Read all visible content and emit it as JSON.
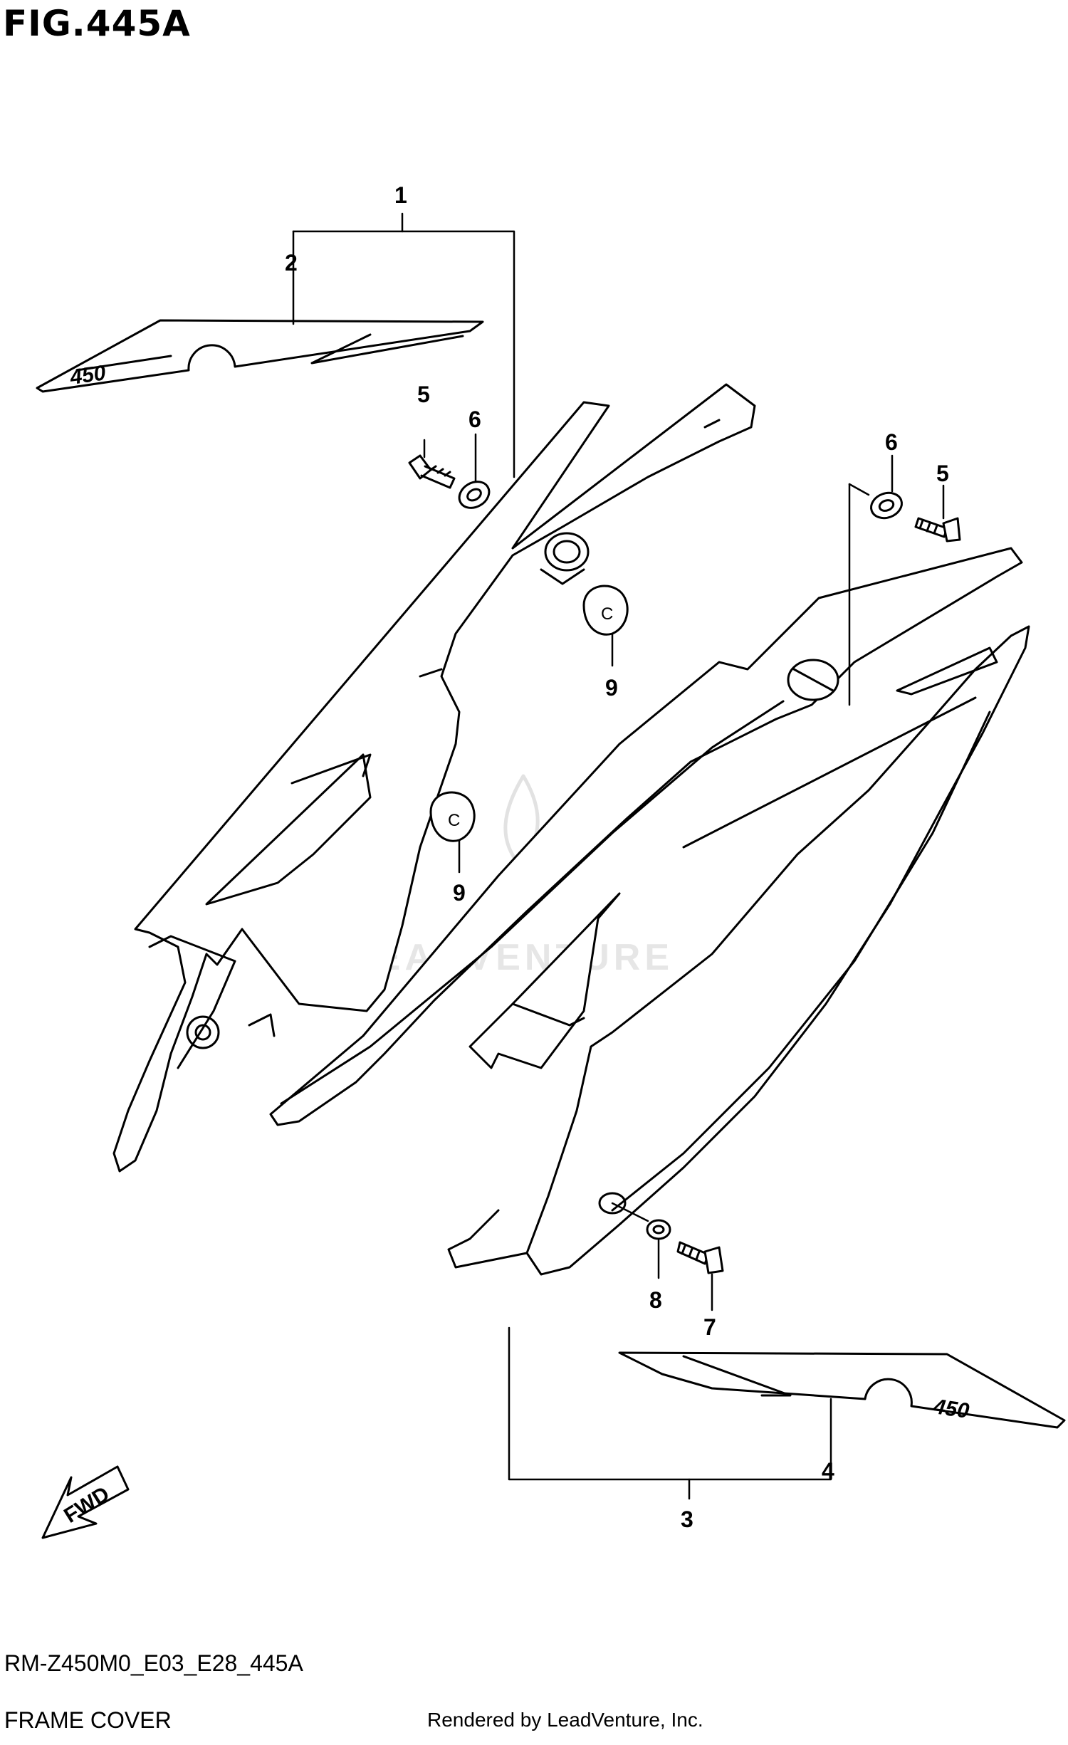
{
  "figure": {
    "title": "FIG.445A"
  },
  "footer": {
    "code": "RM-Z450M0_E03_E28_445A",
    "name": "FRAME COVER",
    "rendered_by": "Rendered by LeadVenture, Inc."
  },
  "watermark": {
    "text": "LEADVENTURE"
  },
  "decal_text": "450",
  "direction_arrow": {
    "label": "FWD"
  },
  "callouts": {
    "c1": "1",
    "c2": "2",
    "c3": "3",
    "c4": "4",
    "c5a": "5",
    "c6a": "6",
    "c6b": "6",
    "c5b": "5",
    "c9a": "9",
    "c9b": "9",
    "c8": "8",
    "c7": "7"
  }
}
